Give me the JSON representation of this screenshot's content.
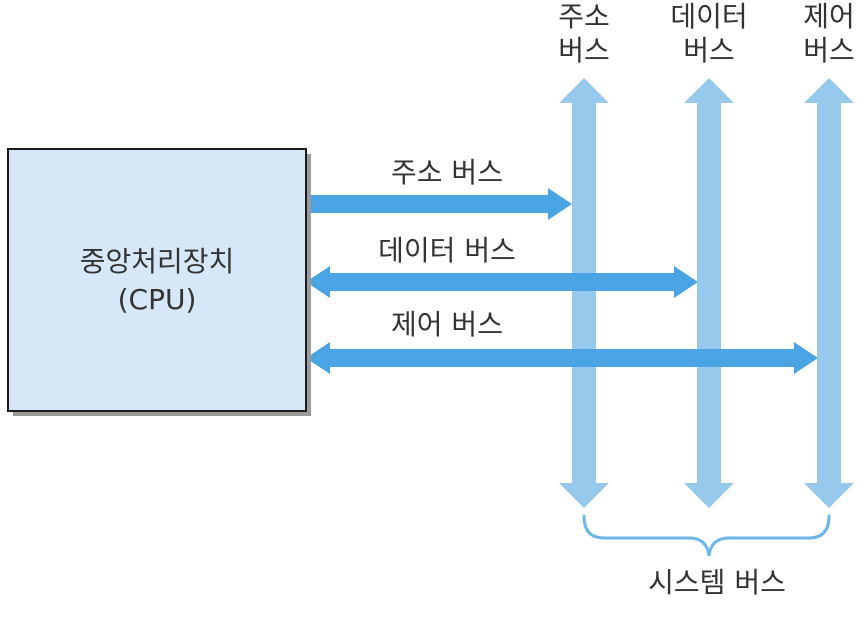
{
  "cpu": {
    "line1": "중앙처리장치",
    "line2": "(CPU)"
  },
  "horizontal_buses": [
    {
      "label": "주소 버스"
    },
    {
      "label": "데이터 버스"
    },
    {
      "label": "제어 버스"
    }
  ],
  "vertical_buses": [
    {
      "line1": "주소",
      "line2": "버스"
    },
    {
      "line1": "데이터",
      "line2": "버스"
    },
    {
      "line1": "제어",
      "line2": "버스"
    }
  ],
  "system_bus": {
    "label": "시스템 버스"
  },
  "colors": {
    "cpu_fill": "#d6e8f7",
    "cpu_border": "#1a1a1a",
    "cpu_shadow": "#9a9a9a",
    "horizontal_arrow": "#4aa3e3",
    "vertical_arrow": "#97c9ec",
    "brace": "#6cb6e8",
    "text": "#333333"
  }
}
